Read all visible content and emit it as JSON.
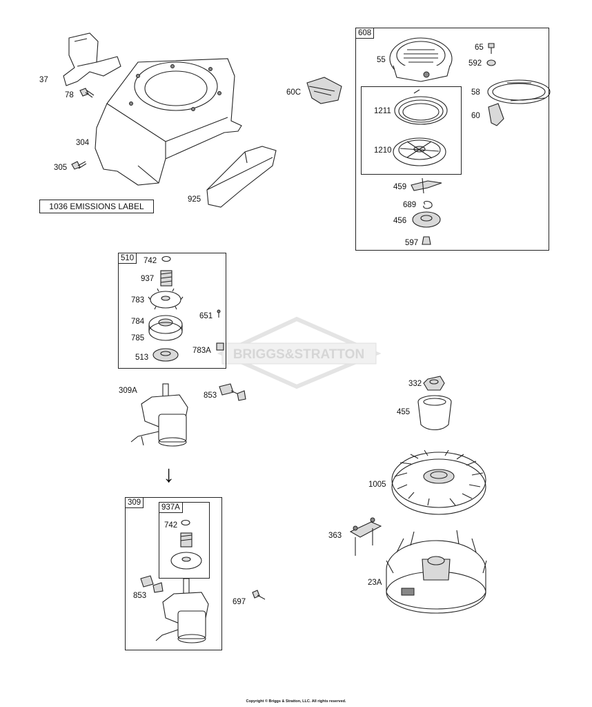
{
  "watermark": "BRIGGS&STRATTON",
  "emissions_label": "1036 EMISSIONS LABEL",
  "copyright": "Copyright © Briggs & Stratton, LLC. All rights reserved.",
  "box_tags": {
    "b608": "608",
    "b510": "510",
    "b309": "309",
    "b937a": "937A"
  },
  "labels": {
    "l37": "37",
    "l78": "78",
    "l304": "304",
    "l305": "305",
    "l925": "925",
    "l60c": "60C",
    "l55": "55",
    "l65": "65",
    "l592": "592",
    "l58": "58",
    "l60": "60",
    "l1211": "1211",
    "l1210": "1210",
    "l459": "459",
    "l689": "689",
    "l456": "456",
    "l597": "597",
    "l742a": "742",
    "l937": "937",
    "l783": "783",
    "l651": "651",
    "l784": "784",
    "l785": "785",
    "l783a": "783A",
    "l513": "513",
    "l309a": "309A",
    "l853a": "853",
    "l742b": "742",
    "l853b": "853",
    "l697": "697",
    "l332": "332",
    "l455": "455",
    "l1005": "1005",
    "l363": "363",
    "l23a": "23A"
  },
  "arrow": "↓"
}
